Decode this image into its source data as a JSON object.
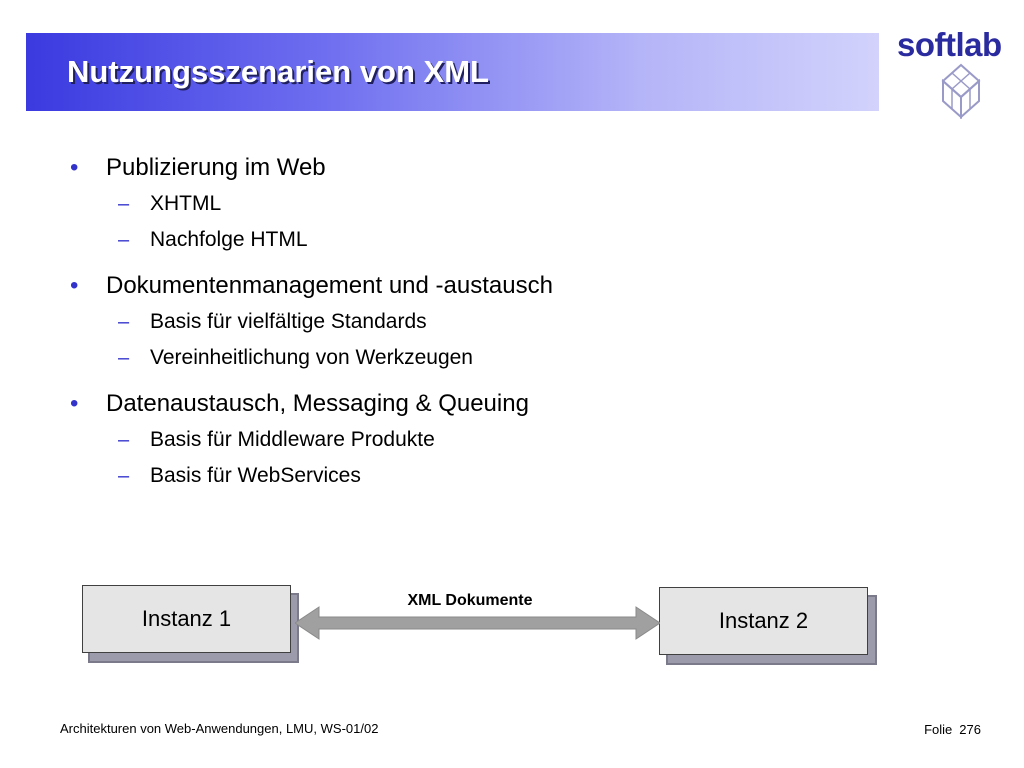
{
  "slide": {
    "title": "Nutzungsszenarien von XML",
    "logo_text": "softlab",
    "colors": {
      "accent": "#3333cc",
      "banner_start": "#3a3ae0",
      "banner_end": "#d2d2fc",
      "logo": "#2b2ba0"
    }
  },
  "bullets": [
    {
      "text": "Publizierung im Web",
      "sub": [
        "XHTML",
        "Nachfolge HTML"
      ]
    },
    {
      "text": "Dokumentenmanagement und -austausch",
      "sub": [
        "Basis für vielfältige Standards",
        "Vereinheitlichung von Werkzeugen"
      ]
    },
    {
      "text": "Datenaustausch, Messaging & Queuing",
      "sub": [
        "Basis für Middleware Produkte",
        "Basis für WebServices"
      ]
    }
  ],
  "bullet_symbol": "•",
  "sub_bullet_symbol": "–",
  "diagram": {
    "left_box": "Instanz 1",
    "right_box": "Instanz 2",
    "arrow_label": "XML Dokumente"
  },
  "footer": {
    "left": "Architekturen von Web-Anwendungen, LMU, WS-01/02",
    "folie_label": "Folie",
    "slide_number": "276"
  }
}
